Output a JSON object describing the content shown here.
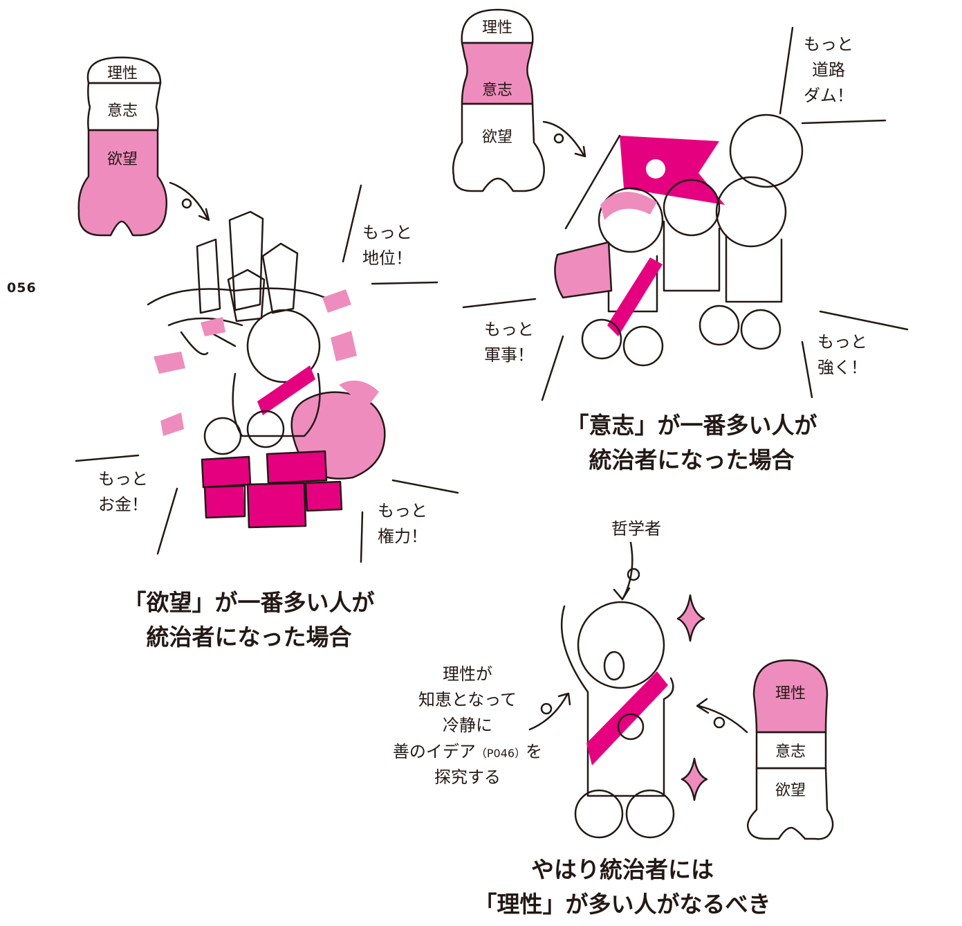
{
  "page_number": "056",
  "colors": {
    "pink": "#ee8dbd",
    "magenta": "#e5007f",
    "ink": "#231815"
  },
  "figure_desire": {
    "body_labels": {
      "reason": "理性",
      "will": "意志",
      "desire": "欲望"
    },
    "filled_part": "desire",
    "shouts": {
      "status": "もっと\n地位！",
      "money": "もっと\nお金！",
      "power": "もっと\n権力！"
    },
    "caption": "「欲望」が一番多い人が\n統治者になった場合"
  },
  "figure_will": {
    "body_labels": {
      "reason": "理性",
      "will": "意志",
      "desire": "欲望"
    },
    "filled_part": "will",
    "shouts": {
      "roads": "もっと\n道路\nダム！",
      "military": "もっと\n軍事！",
      "strong": "もっと\n強く！"
    },
    "caption": "「意志」が一番多い人が\n統治者になった場合"
  },
  "figure_reason": {
    "body_labels": {
      "reason": "理性",
      "will": "意志",
      "desire": "欲望"
    },
    "filled_part": "reason",
    "philosopher_label": "哲学者",
    "reason_note": {
      "line1": "理性が",
      "line2": "知恵となって",
      "line3": "冷静に",
      "line4_main": "善のイデア",
      "line4_ref": "（P046）",
      "line4_tail": "を",
      "line5": "探究する"
    },
    "caption": "やはり統治者には\n「理性」が多い人がなるべき"
  }
}
